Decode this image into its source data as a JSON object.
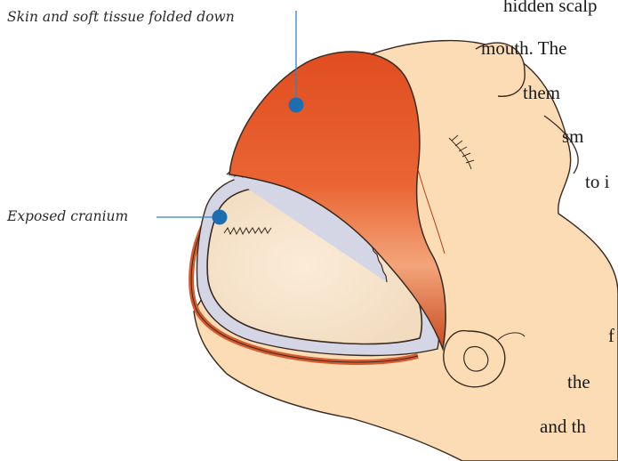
{
  "labels": {
    "skin_folded": "Skin and soft tissue folded down",
    "exposed_cranium": "Exposed cranium"
  },
  "body_text": [
    "hidden scalp",
    "mouth. The",
    "them",
    "sm",
    "to i",
    "f",
    "the",
    "and th"
  ],
  "colors": {
    "skin": "#fbdcb4",
    "skin_outline": "#3a2a20",
    "flap_orange": "#e95c2c",
    "flap_highlight": "#f3a57b",
    "cranium": "#f7e4cb",
    "bone_rim": "#d4d5e5",
    "leader_line": "#2f86c0",
    "marker_dot": "#1b6fb0"
  }
}
